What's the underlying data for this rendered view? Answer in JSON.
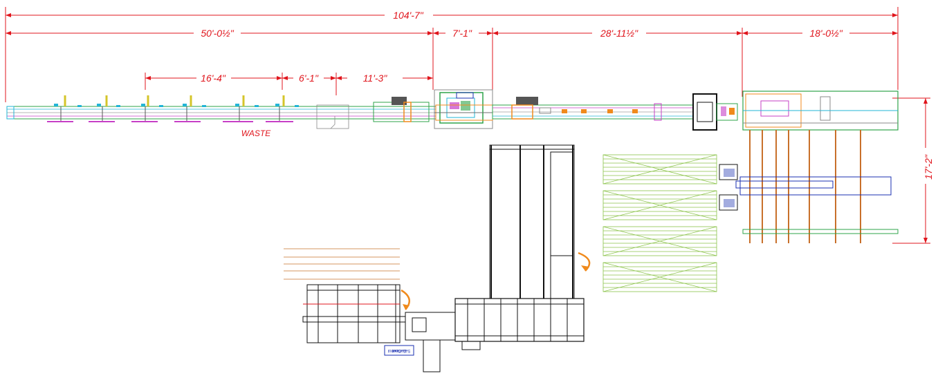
{
  "dimensions": {
    "overall": "104'-7\"",
    "infeed_length": "50'-0½\"",
    "section_2": "7'-1\"",
    "section_3": "28'-11½\"",
    "outfeed_length": "18'-0½\"",
    "waste_span": "16'-4\"",
    "span_b": "6'-1\"",
    "span_c": "11'-3\"",
    "depth": "17'-2\""
  },
  "labels": {
    "waste": "WASTE",
    "cabinet_line1": "Saw Control",
    "cabinet_line2": "Cabinet"
  },
  "colors": {
    "dimension": "#e0151c",
    "conveyor": "#2ea34a",
    "stacks": "#8bc34a",
    "frame": "#111111",
    "rails": "#c8702a",
    "accent_blue": "#1a2fb0",
    "accent_magenta": "#c63fc6",
    "accent_cyan": "#22b5d6",
    "accent_yellow": "#d4c52a",
    "accent_orange": "#f08a1c"
  }
}
